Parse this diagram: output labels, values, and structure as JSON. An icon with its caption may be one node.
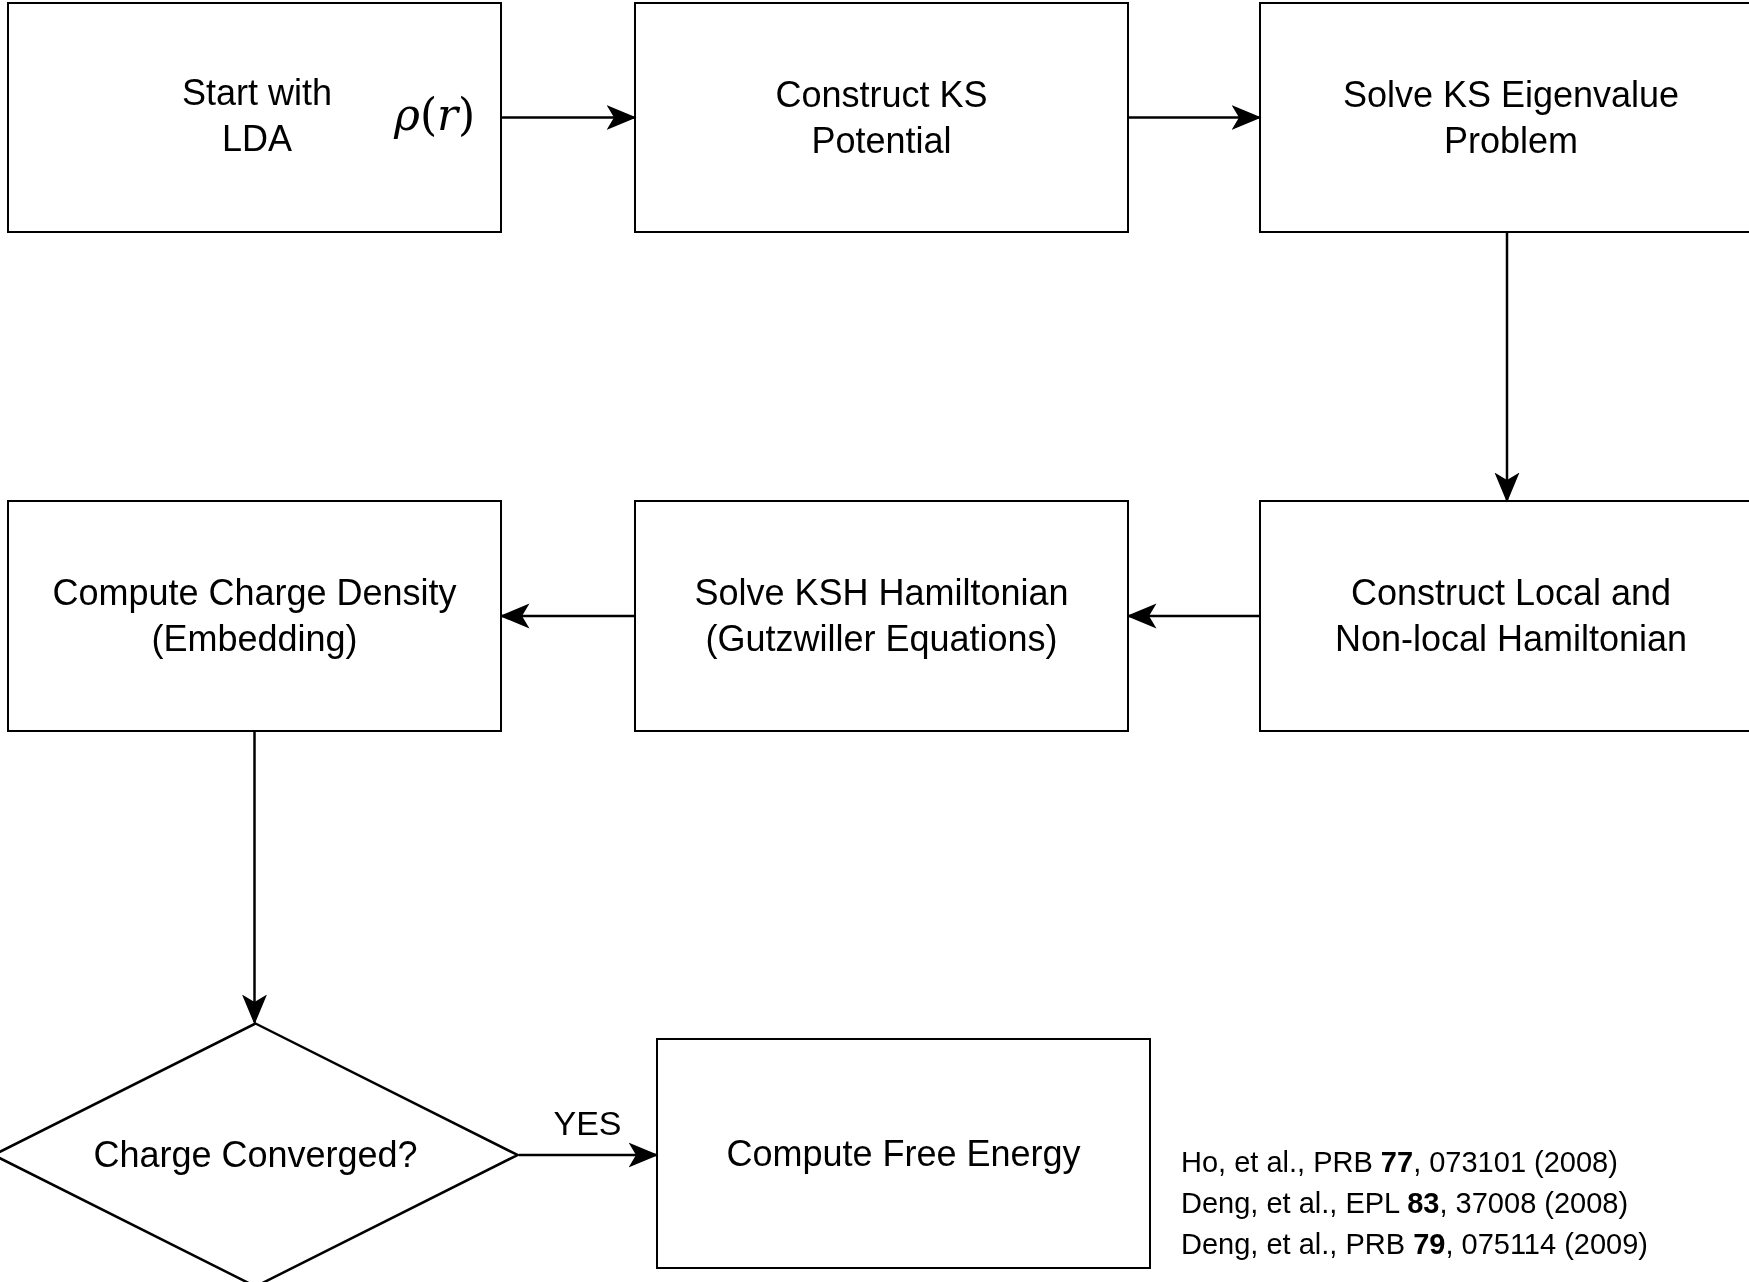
{
  "diagram": {
    "nodes": [
      {
        "text": [
          "Start with LDA",
          "*ρ*(*r*)"
        ]
      },
      {
        "text": [
          "Construct KS Potential"
        ]
      },
      {
        "text": [
          "Solve KS Eigenvalue Problem"
        ]
      },
      {
        "text": [
          "Construct Local and Non-local Hamiltonian"
        ]
      },
      {
        "text": [
          "Solve  KSH Hamiltonian (Gutzwiller Equations)"
        ]
      },
      {
        "text": [
          "Compute Charge Density (Embedding)"
        ]
      },
      {
        "text": [
          "Charge Converged?"
        ]
      },
      {
        "text": [
          "Compute Free Energy"
        ]
      }
    ],
    "edges": [
      {
        "from": 0,
        "to": 1,
        "arrow": "to"
      },
      {
        "from": 1,
        "to": 2,
        "arrow": "to"
      },
      {
        "from": 2,
        "to": 3,
        "arrow": "to"
      },
      {
        "from": 3,
        "to": 4,
        "arrow": "to"
      },
      {
        "from": 4,
        "to": 5,
        "arrow": "to"
      },
      {
        "from": 5,
        "to": 6,
        "arrow": "to"
      },
      {
        "from": 6,
        "to": 7,
        "arrow": "to",
        "label": "YES"
      }
    ],
    "labels": [
      "Ho, et al., PRB **77**, 073101 (2008)",
      "Deng, et al., EPL **83**, 37008 (2008)",
      "Deng, et al., PRB **79**, 075114 (2009)"
    ]
  }
}
